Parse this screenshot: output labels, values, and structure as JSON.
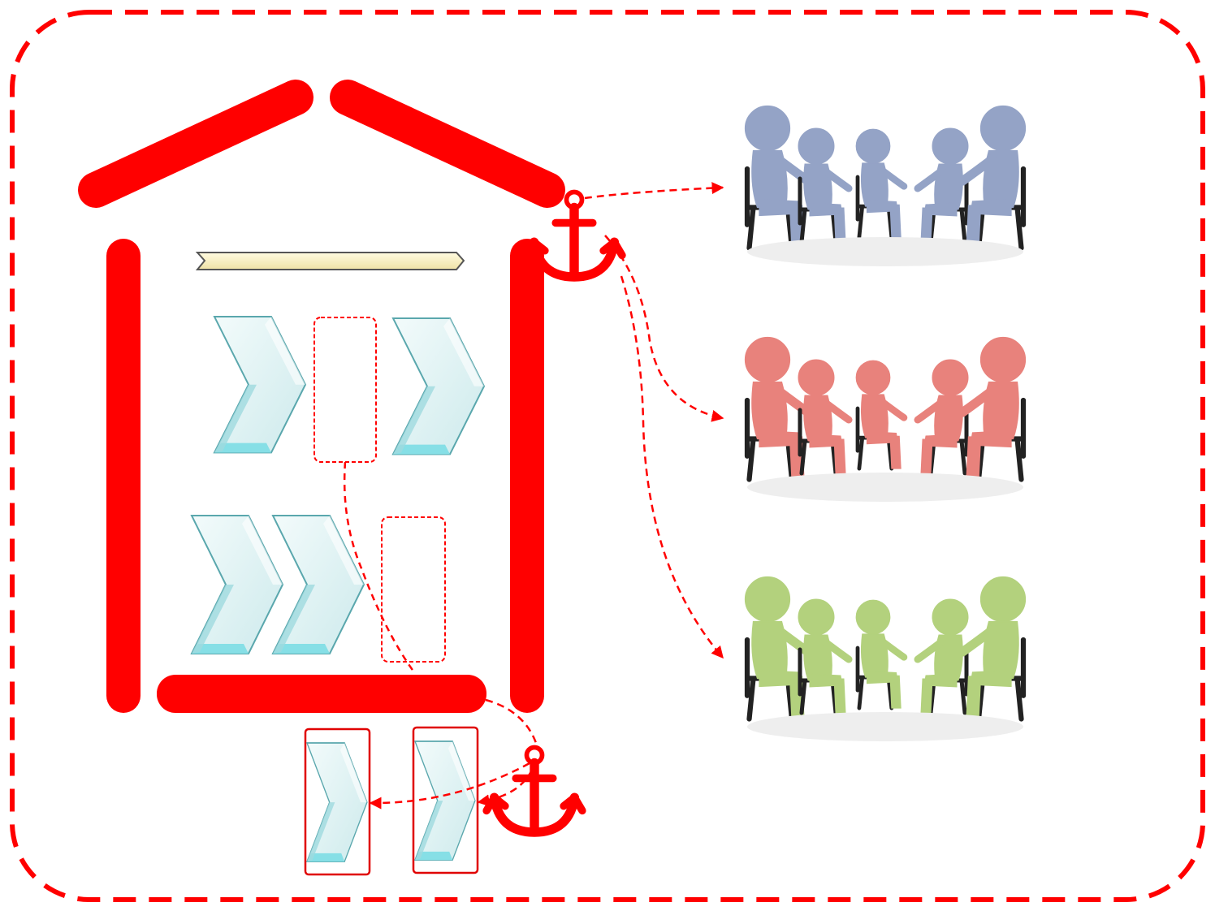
{
  "colors": {
    "accent": "#ff0000",
    "chevron_fill": "#e3f3f3",
    "chevron_edge": "#7fd4dc",
    "banner_fill": "#fbf3c6",
    "group_top": "#94a3c6",
    "group_middle": "#e8827c",
    "group_bottom": "#b3d17d",
    "chair": "#222222"
  },
  "icons": {
    "anchor": "anchor-icon",
    "people": "people-group-icon"
  },
  "groups": [
    {
      "name": "blue-group",
      "color": "#94a3c6"
    },
    {
      "name": "red-group",
      "color": "#e8827c"
    },
    {
      "name": "green-group",
      "color": "#b3d17d"
    }
  ]
}
